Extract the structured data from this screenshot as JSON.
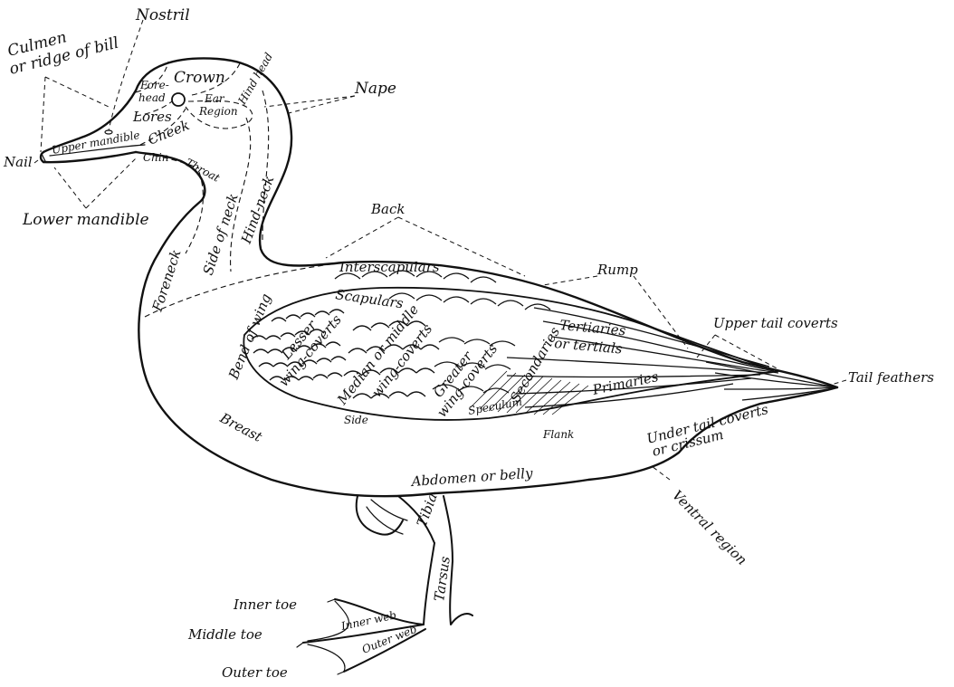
{
  "figure": {
    "labels": {
      "nostril": "Nostril",
      "culmen_line1": "Culmen",
      "culmen_line2": "or ridge of bill",
      "crown": "Crown",
      "forehead_line1": "Fore-",
      "forehead_line2": "head",
      "lores": "Lores",
      "hind_head": "Hind head",
      "ear_region_line1": "Ear",
      "ear_region_line2": "Region",
      "nape": "Nape",
      "nail": "Nail",
      "upper_mandible": "Upper mandible",
      "cheek": "Cheek",
      "chin": "Chin",
      "throat": "Throat",
      "lower_mandible": "Lower mandible",
      "foreneck": "Foreneck",
      "side_of_neck": "Side of neck",
      "hind_neck": "Hind-neck",
      "back": "Back",
      "interscapulars": "Interscapulars",
      "rump": "Rump",
      "scapulars": "Scapulars",
      "upper_tail_coverts": "Upper tail coverts",
      "bend_of_wing": "Bend of wing",
      "lesser_wing_coverts_line1": "Lesser",
      "lesser_wing_coverts_line2": "wing-coverts",
      "median_wing_coverts_line1": "Median or middle",
      "median_wing_coverts_line2": "wing-coverts",
      "greater_wing_coverts_line1": "Greater",
      "greater_wing_coverts_line2": "wing-coverts",
      "tertiaries_line1": "Tertiaries",
      "tertiaries_line2": "or tertials",
      "secondaries": "Secondaries",
      "speculum": "Speculum",
      "primaries": "Primaries",
      "tail_feathers": "Tail feathers",
      "breast": "Breast",
      "side": "Side",
      "flank": "Flank",
      "under_tail_coverts_line1": "Under tail coverts",
      "under_tail_coverts_line2": "or crissum",
      "abdomen": "Abdomen or belly",
      "tibia": "Tibia",
      "ventral_region": "Ventral region",
      "tarsus": "Tarsus",
      "inner_toe": "Inner toe",
      "middle_toe": "Middle toe",
      "outer_toe": "Outer toe",
      "inner_web": "Inner web",
      "outer_web": "Outer web"
    }
  }
}
